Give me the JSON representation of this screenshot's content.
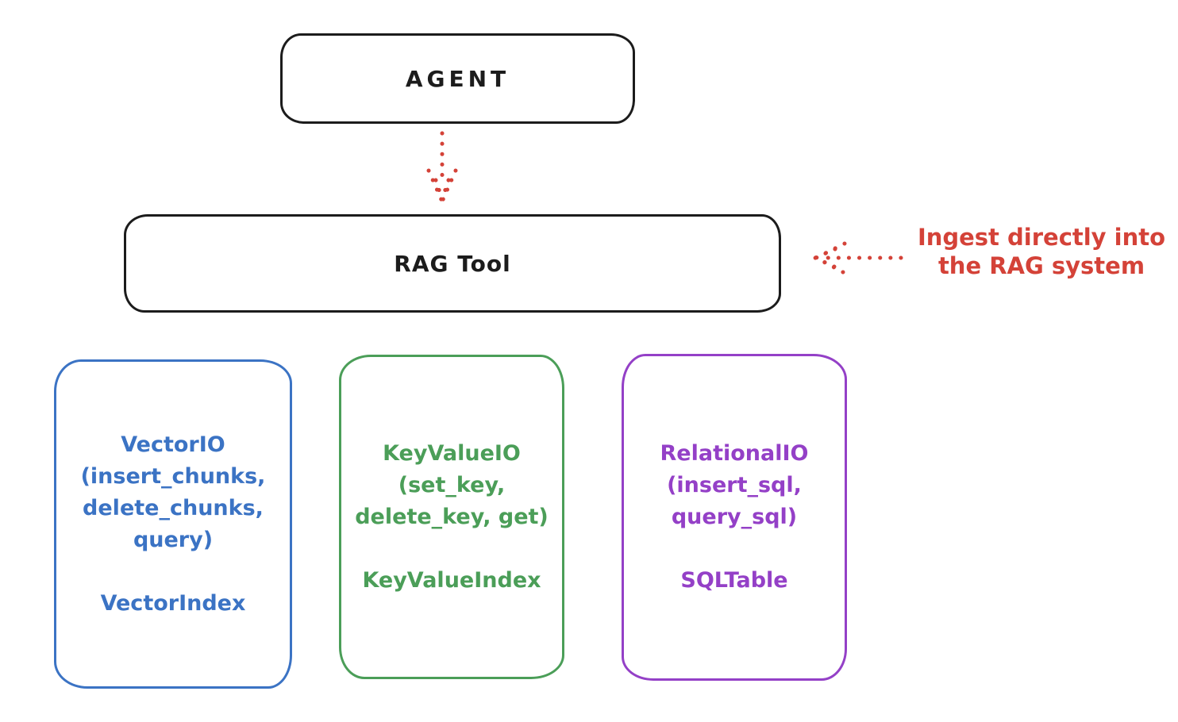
{
  "diagram": {
    "title_implicit": "RAG Tool architecture sketch",
    "nodes": {
      "agent": {
        "label": "AGENT"
      },
      "rag_tool": {
        "label": "RAG Tool"
      }
    },
    "annotation": {
      "line1": "Ingest directly into",
      "line2": "the RAG system",
      "color": "#d44238"
    },
    "arrows": [
      {
        "name": "agent-to-ragtool",
        "style": "dotted",
        "color": "#d44238",
        "direction": "down"
      },
      {
        "name": "annotation-to-ragtool",
        "style": "dotted",
        "color": "#d44238",
        "direction": "left"
      }
    ],
    "io_boxes": [
      {
        "id": "vector",
        "color": "#3b73c4",
        "lines": [
          "VectorIO",
          "(insert_chunks,",
          "delete_chunks,",
          "query)"
        ],
        "index_label": "VectorIndex"
      },
      {
        "id": "keyvalue",
        "color": "#4b9e58",
        "lines": [
          "KeyValueIO",
          "(set_key,",
          "delete_key, get)"
        ],
        "index_label": "KeyValueIndex"
      },
      {
        "id": "relational",
        "color": "#9440c7",
        "lines": [
          "RelationalIO",
          "(insert_sql,",
          "query_sql)"
        ],
        "index_label": "SQLTable"
      }
    ],
    "colors": {
      "stroke_black": "#1c1c1c",
      "red": "#d44238",
      "blue": "#3b73c4",
      "green": "#4b9e58",
      "purple": "#9440c7",
      "background": "#ffffff"
    }
  }
}
